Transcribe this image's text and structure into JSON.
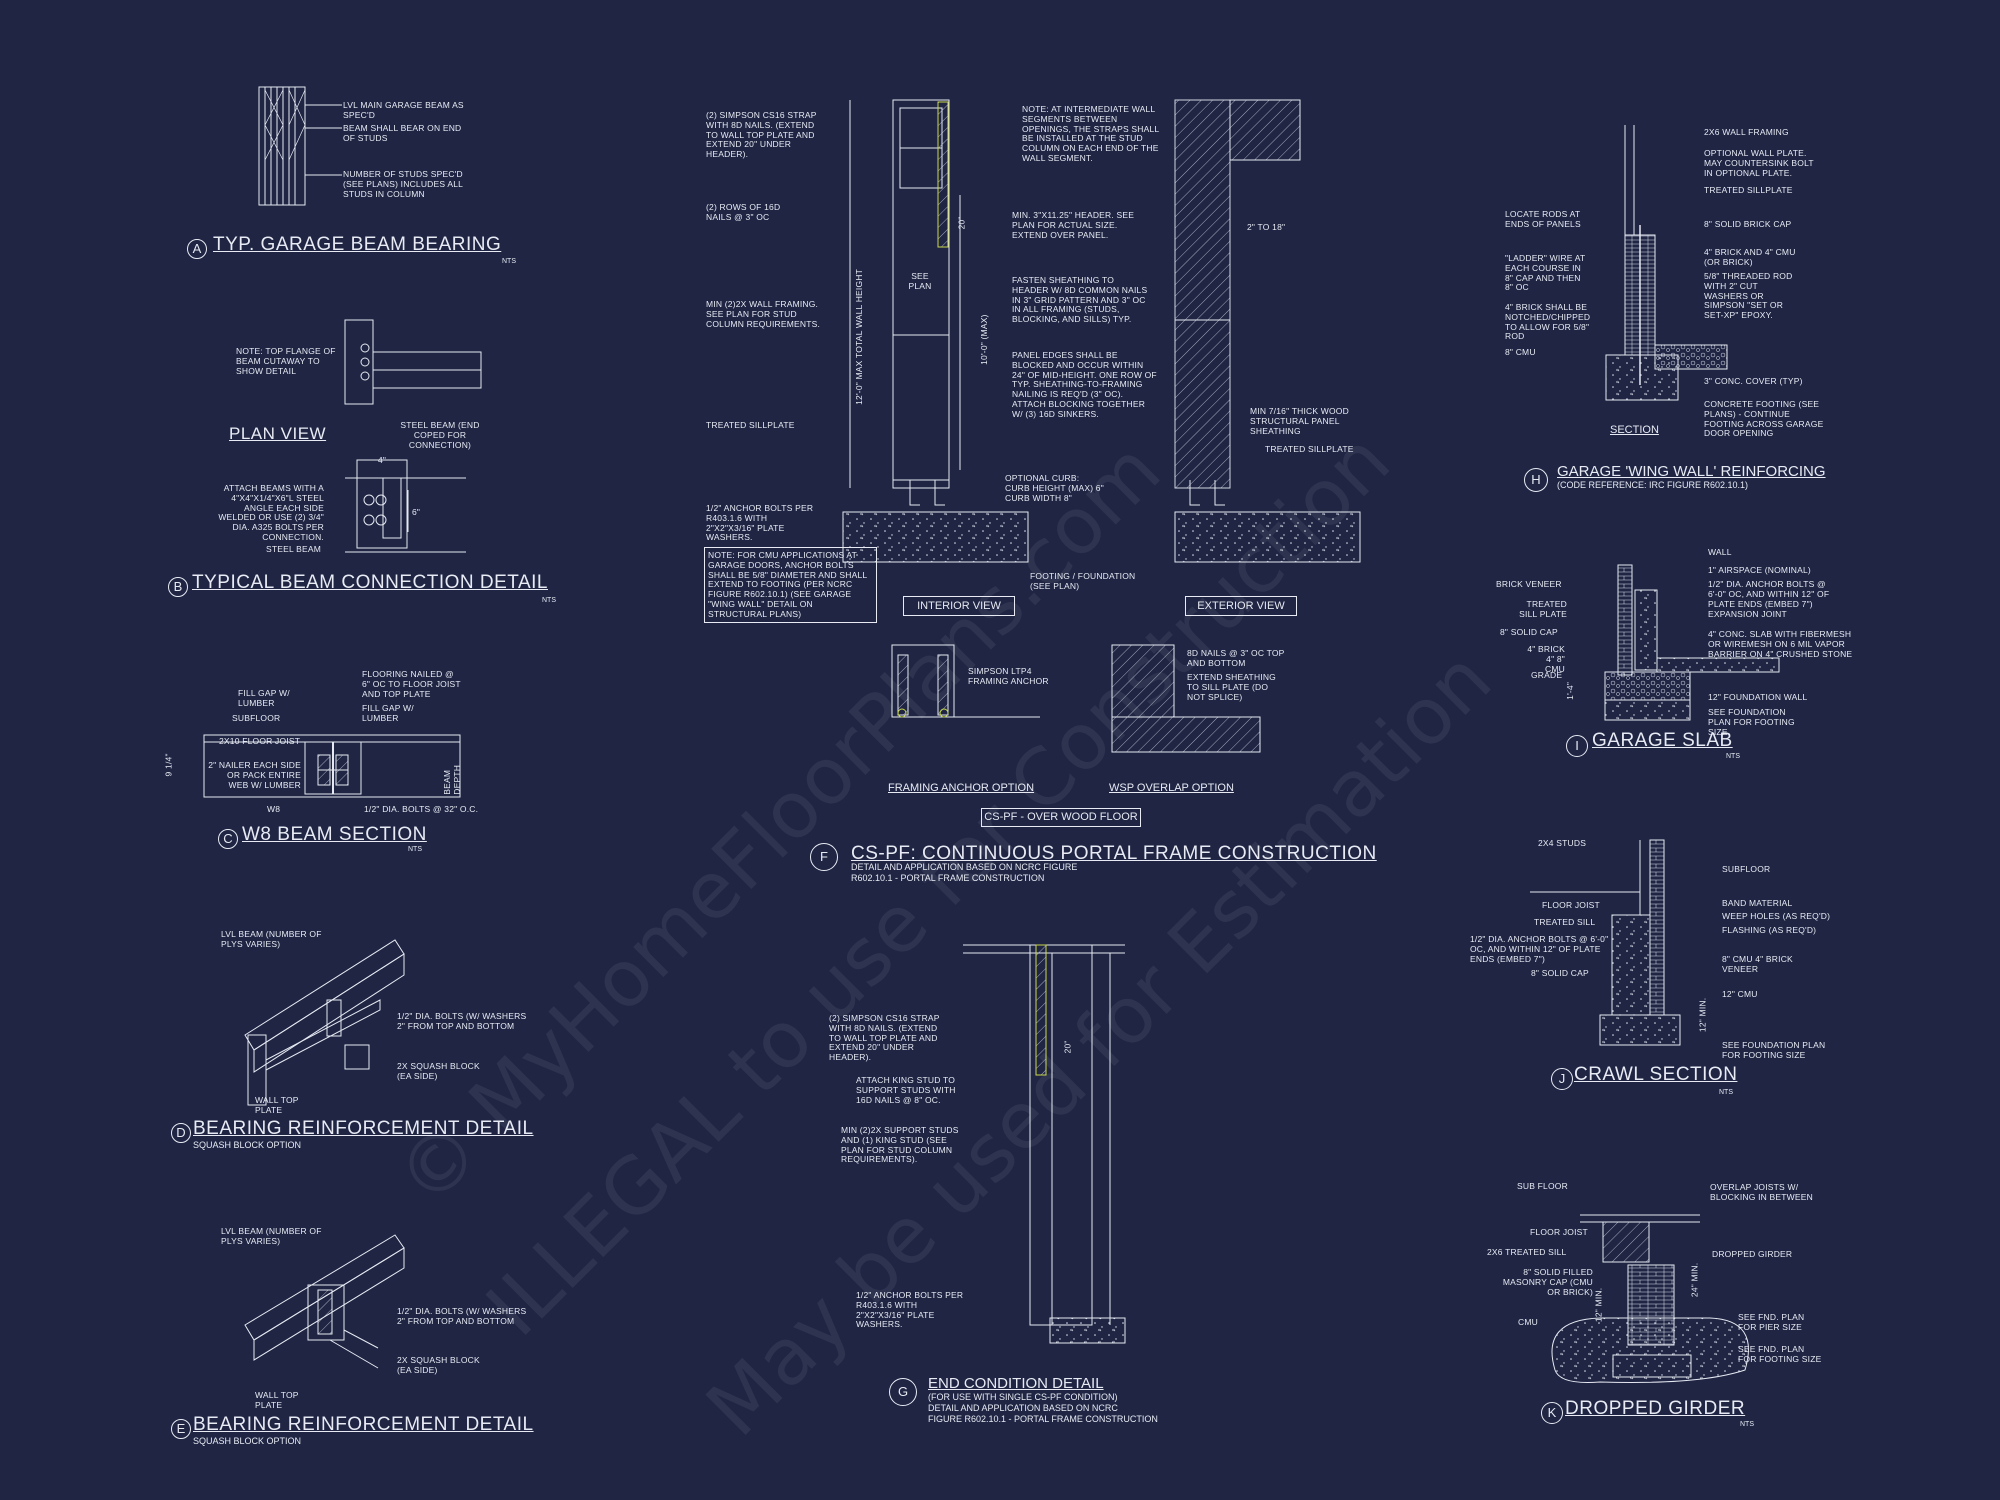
{
  "watermark": {
    "line1": "© MyHomeFloorPlans.com",
    "line2": "ILLEGAL to use for Construction",
    "line3": "May be used for Estimation"
  },
  "details": {
    "a": {
      "letter": "A",
      "title": "TYP. GARAGE BEAM BEARING",
      "scale": "NTS",
      "notes": [
        "LVL MAIN GARAGE BEAM AS SPEC'D",
        "BEAM SHALL BEAR ON END OF STUDS",
        "NUMBER OF STUDS SPEC'D (SEE PLANS) INCLUDES ALL STUDS IN COLUMN"
      ]
    },
    "b": {
      "letter": "B",
      "title": "TYPICAL BEAM CONNECTION DETAIL",
      "scale": "NTS",
      "plan_view": "PLAN VIEW",
      "dim": "4\"",
      "dim2": "6\"",
      "notes": [
        "NOTE: TOP FLANGE OF BEAM CUTAWAY TO SHOW DETAIL",
        "STEEL BEAM (END COPED FOR CONNECTION)",
        "ATTACH BEAMS WITH A 4\"x4\"x1/4\"x6\"L STEEL ANGLE EACH SIDE WELDED OR USE (2) 3/4\" DIA. A325 BOLTS PER CONNECTION.",
        "STEEL BEAM"
      ]
    },
    "c": {
      "letter": "C",
      "title": "W8 BEAM SECTION",
      "scale": "NTS",
      "dim": "9 1/4\"",
      "depth": "BEAM DEPTH",
      "notes": [
        "FLOORING NAILED @ 6\" OC TO FLOOR JOIST AND TOP PLATE",
        "FILL GAP w/ LUMBER",
        "SUBFLOOR",
        "FILL GAP w/ LUMBER",
        "2x10 FLOOR JOIST",
        "2\" NAILER EACH SIDE OR PACK ENTIRE WEB w/ LUMBER",
        "W8",
        "1/2\" DIA. BOLTS @ 32\" O.C."
      ]
    },
    "d": {
      "letter": "D",
      "title": "BEARING REINFORCEMENT DETAIL",
      "subtitle": "SQUASH BLOCK OPTION",
      "notes": [
        "LVL BEAM (NUMBER OF PLYS VARIES)",
        "1/2\" DIA. BOLTS (W/ WASHERS 2\" FROM TOP AND BOTTOM",
        "2x SQUASH BLOCK (EA SIDE)",
        "WALL TOP PLATE"
      ]
    },
    "e": {
      "letter": "E",
      "title": "BEARING REINFORCEMENT DETAIL",
      "subtitle": "SQUASH BLOCK OPTION",
      "notes": [
        "LVL BEAM (NUMBER OF PLYS VARIES)",
        "1/2\" DIA. BOLTS (W/ WASHERS 2\" FROM TOP AND BOTTOM",
        "2x SQUASH BLOCK (EA SIDE)",
        "WALL TOP PLATE"
      ]
    },
    "f": {
      "letter": "F",
      "title": "CS-PF: CONTINUOUS PORTAL FRAME CONSTRUCTION",
      "subtitle1": "DETAIL AND APPLICATION BASED ON NCRC FIGURE",
      "subtitle2": "R602.10.1 - PORTAL FRAME CONSTRUCTION",
      "interior": "INTERIOR VIEW",
      "exterior": "EXTERIOR VIEW",
      "over_floor": "CS-PF - OVER WOOD FLOOR",
      "framing_anchor": "FRAMING ANCHOR OPTION",
      "wsp_overlap": "WSP OVERLAP OPTION",
      "dim_wall": "12'-0\" MAX TOTAL WALL HEIGHT",
      "dim_max": "10'-0\" (MAX)",
      "dim_20": "20\"",
      "dim_2to18": "2\" TO 18\"",
      "see_plan": "SEE PLAN",
      "notes_left": [
        "(2) SIMPSON CS16 STRAP WITH 8d NAILS. (EXTEND TO WALL TOP PLATE AND EXTEND 20\" UNDER HEADER).",
        "(2) ROWS OF 16d NAILS @ 3\" OC",
        "MIN (2)2X WALL FRAMING. SEE PLAN FOR STUD COLUMN REQUIREMENTS.",
        "TREATED SILLPLATE",
        "1/2\" ANCHOR BOLTS PER R403.1.6 WITH 2\"x2\"x3/16\" PLATE WASHERS."
      ],
      "cmu_note": "NOTE: FOR CMU APPLICATIONS AT GARAGE DOORS, ANCHOR BOLTS SHALL BE 5/8\" DIAMETER AND SHALL EXTEND TO FOOTING (PER NCRC FIGURE R602.10.1) (SEE GARAGE \"WING WALL\" DETAIL ON STRUCTURAL PLANS)",
      "notes_mid": [
        "NOTE: AT INTERMEDIATE WALL SEGMENTS BETWEEN OPENINGS, THE STRAPS SHALL BE INSTALLED AT THE STUD COLUMN ON EACH END OF THE WALL SEGMENT.",
        "MIN. 3\"x11.25\" HEADER. SEE PLAN FOR ACTUAL SIZE. EXTEND OVER PANEL.",
        "FASTEN SHEATHING TO HEADER W/ 8d COMMON NAILS IN 3\" GRID PATTERN AND 3\" OC IN ALL FRAMING (STUDS, BLOCKING, AND SILLS) TYP.",
        "PANEL EDGES SHALL BE BLOCKED AND OCCUR WITHIN 24\" OF MID-HEIGHT. ONE ROW OF TYP. SHEATHING-TO-FRAMING NAILING IS REQ'D (3\" OC). ATTACH BLOCKING TOGETHER W/ (3) 16d SINKERS.",
        "OPTIONAL CURB: CURB HEIGHT (MAX) 6\" CURB WIDTH 8\"",
        "FOOTING / FOUNDATION (SEE PLAN)"
      ],
      "notes_right": [
        "MIN 7/16\" THICK WOOD STRUCTURAL PANEL SHEATHING",
        "TREATED SILLPLATE"
      ],
      "notes_small": [
        "SIMPSON LTP4 FRAMING ANCHOR",
        "8d NAILS @ 3\" OC TOP AND BOTTOM",
        "EXTEND SHEATHING TO SILL PLATE (DO NOT SPLICE)"
      ]
    },
    "g": {
      "letter": "G",
      "title": "END CONDITION DETAIL",
      "subtitle1": "(FOR USE WITH SINGLE CS-PF CONDITION)",
      "subtitle2": "DETAIL AND APPLICATION BASED ON NCRC",
      "subtitle3": "FIGURE R602.10.1 - PORTAL FRAME CONSTRUCTION",
      "dim_20": "20\"",
      "notes": [
        "(2) SIMPSON CS16 STRAP WITH 8d NAILS. (EXTEND TO WALL TOP PLATE AND EXTEND 20\" UNDER HEADER).",
        "ATTACH KING STUD TO SUPPORT STUDS WITH 16d NAILS @ 8\" OC.",
        "MIN (2)2X SUPPORT STUDS AND (1) KING STUD (SEE PLAN FOR STUD COLUMN REQUIREMENTS).",
        "1/2\" ANCHOR BOLTS PER R403.1.6 WITH 2\"x2\"x3/16\" PLATE WASHERS."
      ]
    },
    "h": {
      "letter": "H",
      "title": "GARAGE 'WING WALL' REINFORCING",
      "subtitle": "(CODE REFERENCE: IRC FIGURE R602.10.1)",
      "section": "SECTION",
      "notes_left": [
        "LOCATE RODS AT ENDS OF PANELS",
        "\"LADDER\" WIRE AT EACH COURSE IN 8\" CAP AND THEN 8\" OC",
        "4\" BRICK SHALL BE NOTCHED/CHIPPED TO ALLOW FOR 5/8\" ROD",
        "8\" CMU"
      ],
      "notes_right": [
        "2x6 WALL FRAMING",
        "OPTIONAL WALL PLATE. MAY COUNTERSINK BOLT IN OPTIONAL PLATE.",
        "TREATED SILLPLATE",
        "8\" SOLID BRICK CAP",
        "4\" BRICK AND 4\" CMU (OR BRICK)",
        "5/8\" THREADED ROD WITH 2\" CUT WASHERS OR SIMPSON \"SET OR SET-XP\" EPOXY.",
        "3\" CONC. COVER (TYP)",
        "CONCRETE FOOTING (SEE PLANS) - CONTINUE FOOTING ACROSS GARAGE DOOR OPENING"
      ]
    },
    "i": {
      "letter": "I",
      "title": "GARAGE SLAB",
      "scale": "NTS",
      "dim": "1'-4\"",
      "notes_left": [
        "BRICK VENEER",
        "TREATED SILL PLATE",
        "8\" SOLID CAP",
        "4\" BRICK 4\" 8\" CMU",
        "GRADE"
      ],
      "notes_right": [
        "WALL",
        "1\" AIRSPACE (NOMINAL)",
        "1/2\" DIA. ANCHOR BOLTS @ 6'-0\" OC, AND WITHIN 12\" OF PLATE ENDS (EMBED 7\")",
        "EXPANSION JOINT",
        "4\" CONC. SLAB WITH FIBERMESH OR WIREMESH ON 6 MIL VAPOR BARRIER ON 4\" CRUSHED STONE",
        "12\" FOUNDATION WALL",
        "SEE FOUNDATION PLAN FOR FOOTING SIZE"
      ]
    },
    "j": {
      "letter": "J",
      "title": "CRAWL SECTION",
      "scale": "NTS",
      "dim": "12\" MIN.",
      "notes_left": [
        "2X4 STUDS",
        "FLOOR JOIST",
        "TREATED SILL",
        "1/2\" DIA. ANCHOR BOLTS @ 6'-0\" OC, AND WITHIN 12\" OF PLATE ENDS (EMBED 7\")",
        "8\" SOLID CAP"
      ],
      "notes_right": [
        "SUBFLOOR",
        "BAND MATERIAL",
        "WEEP HOLES (AS REQ'D)",
        "FLASHING (AS REQ'D)",
        "8\" CMU 4\" BRICK VENEER",
        "12\" CMU",
        "SEE FOUNDATION PLAN FOR FOOTING SIZE"
      ]
    },
    "k": {
      "letter": "K",
      "title": "DROPPED GIRDER",
      "scale": "NTS",
      "dim1": "12\" MIN.",
      "dim2": "24\" MIN.",
      "notes_left": [
        "SUB FLOOR",
        "FLOOR JOIST",
        "2x6 TREATED SILL",
        "8\" SOLID FILLED MASONRY CAP (CMU OR BRICK)",
        "CMU"
      ],
      "notes_right": [
        "OVERLAP JOISTS W/ BLOCKING IN BETWEEN",
        "DROPPED GIRDER",
        "SEE FND. PLAN FOR PIER SIZE",
        "SEE FND. PLAN FOR FOOTING SIZE"
      ]
    }
  }
}
